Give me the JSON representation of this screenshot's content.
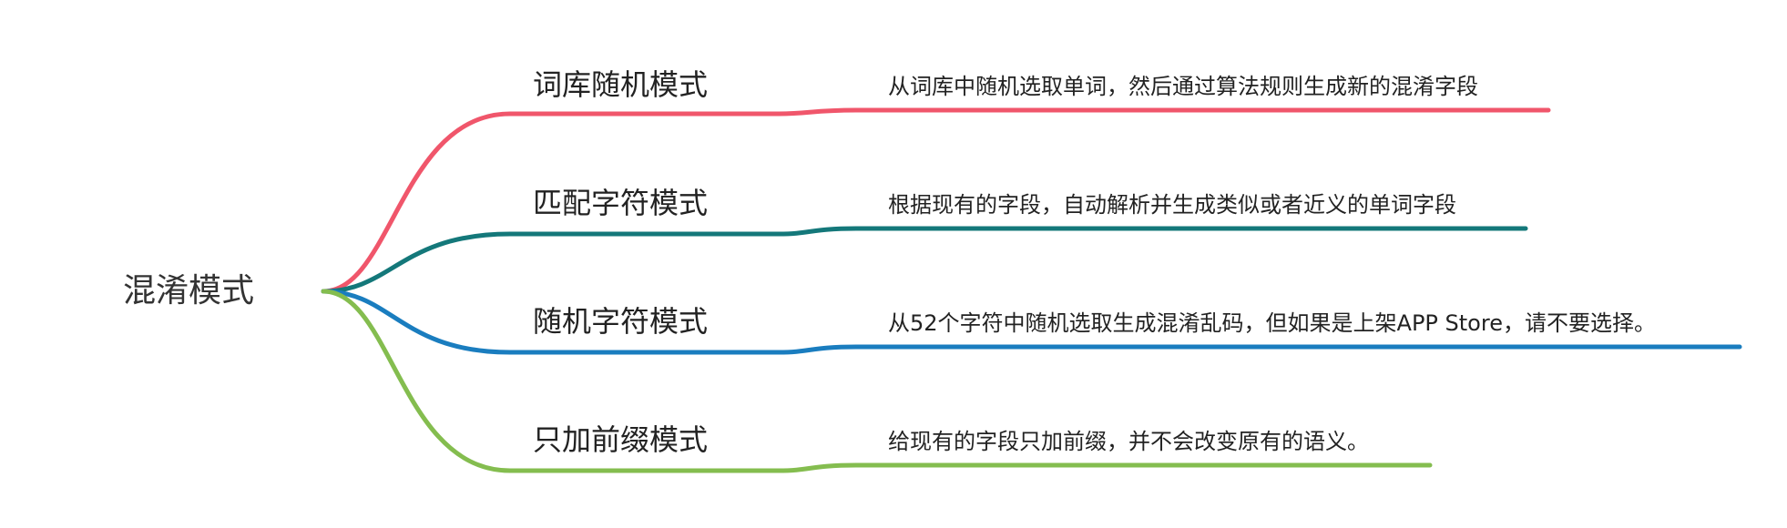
{
  "root": {
    "label": "混淆模式"
  },
  "branches": [
    {
      "label": "词库随机模式",
      "detail": "从词库中随机选取单词，然后通过算法规则生成新的混淆字段",
      "color": "#f0566b"
    },
    {
      "label": "匹配字符模式",
      "detail": "根据现有的字段，自动解析并生成类似或者近义的单词字段",
      "color": "#14787a"
    },
    {
      "label": "随机字符模式",
      "detail": "从52个字符中随机选取生成混淆乱码，但如果是上架APP Store，请不要选择。",
      "color": "#1a7dbf"
    },
    {
      "label": "只加前缀模式",
      "detail": "给现有的字段只加前缀，并不会改变原有的语义。",
      "color": "#84bd4f"
    }
  ]
}
